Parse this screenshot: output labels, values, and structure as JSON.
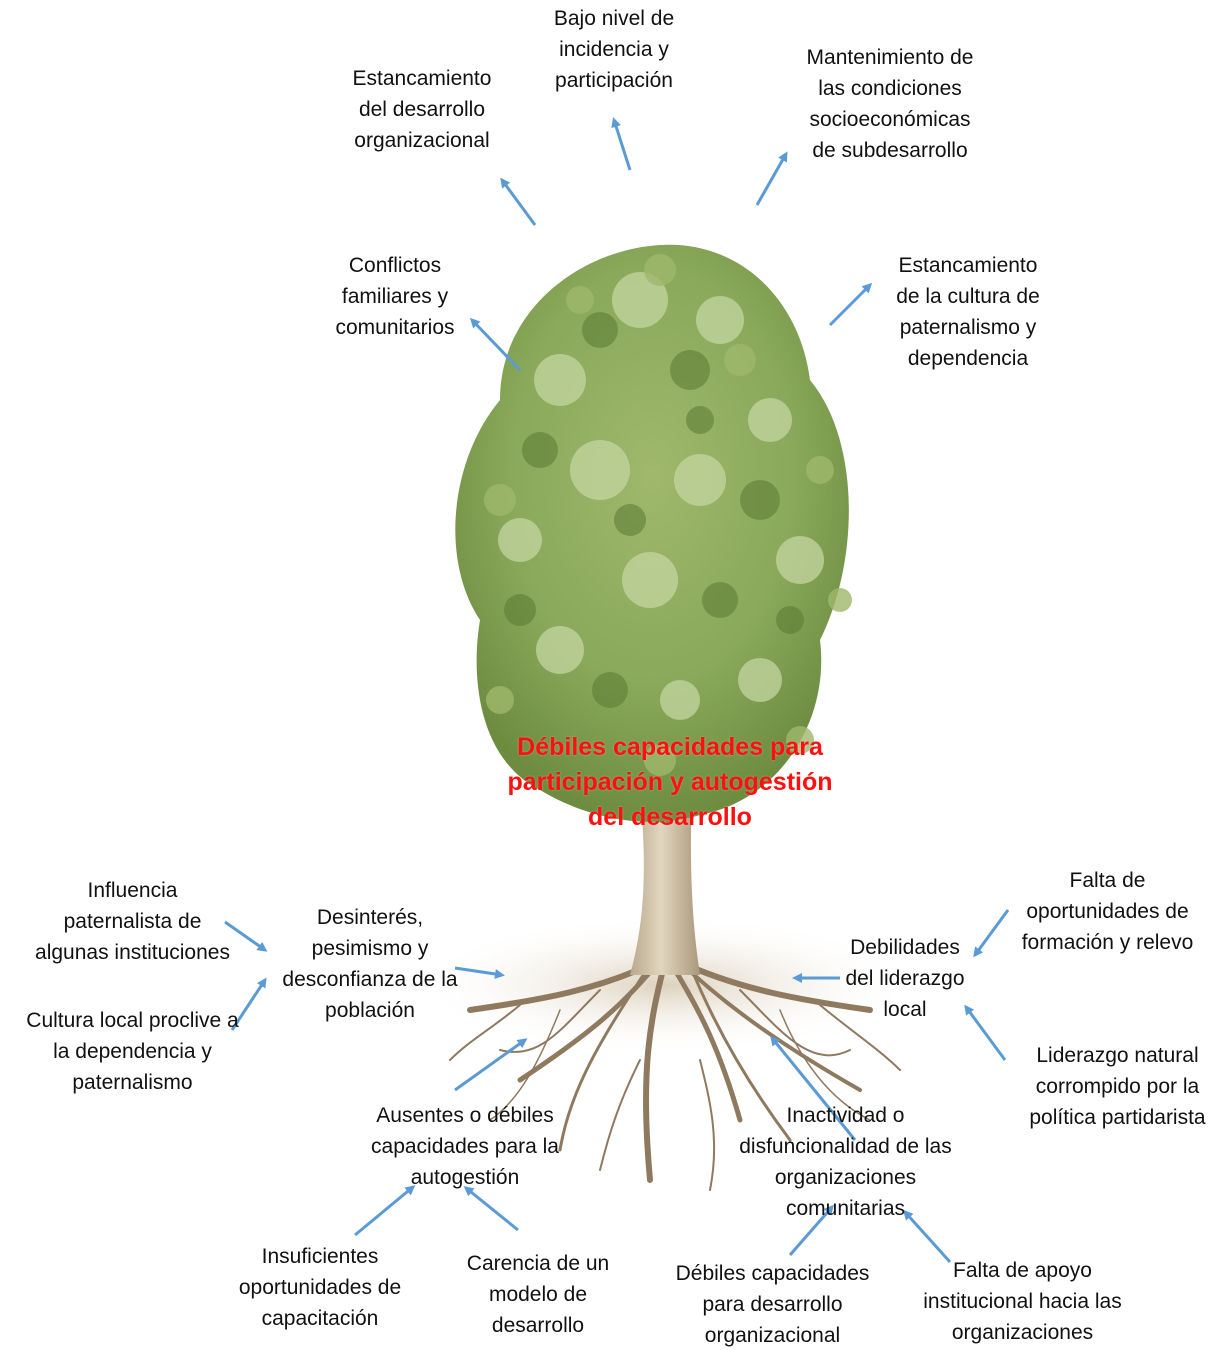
{
  "colors": {
    "arrow": "#5b9bd5",
    "central_problem": "#ff0f0f",
    "text": "#111111",
    "foliage_dark": "#5a7a32",
    "foliage_mid": "#8aa95a",
    "foliage_light": "#c4d6a0",
    "trunk": "#cdbfa5",
    "roots": "#8f7a60"
  },
  "icons": {
    "tree": "tree-illustration",
    "arrow": "arrow-icon"
  },
  "central_problem": "Débiles capacidades para\nparticipación y autogestión\ndel desarrollo",
  "effects": {
    "estancamiento_organizacional": "Estancamiento\ndel desarrollo\norganizacional",
    "bajo_nivel": "Bajo nivel de\nincidencia y\nparticipación",
    "mantenimiento": "Mantenimiento de\nlas condiciones\nsocioeconómicas\nde subdesarrollo",
    "conflictos": "Conflictos\nfamiliares y\ncomunitarios",
    "estancamiento_cultura": "Estancamiento\nde la cultura de\npaternalismo y\ndependencia"
  },
  "causes": {
    "desinteres": "Desinterés,\npesimismo y\ndesconfianza de la\npoblación",
    "influencia": "Influencia\npaternalista de\nalgunas instituciones",
    "cultura_local": "Cultura local proclive a\nla dependencia y\npaternalismo",
    "ausentes": "Ausentes o débiles\ncapacidades para la\nautogestión",
    "insuficientes": "Insuficientes\noportunidades de\ncapacitación",
    "carencia": "Carencia de un\nmodelo de\ndesarrollo",
    "debilidades_liderazgo": "Debilidades\ndel liderazgo\nlocal",
    "falta_oportunidades": "Falta de\noportunidades de\nformación y relevo",
    "liderazgo_natural": "Liderazgo natural\ncorrompido por la\npolítica partidarista",
    "inactividad": "Inactividad o\ndisfuncionalidad de las\norganizaciones\ncomunitarias",
    "debiles_capacidades_org": "Débiles capacidades\npara desarrollo\norganizacional",
    "falta_apoyo": "Falta de apoyo\ninstitucional hacia las\norganizaciones"
  }
}
